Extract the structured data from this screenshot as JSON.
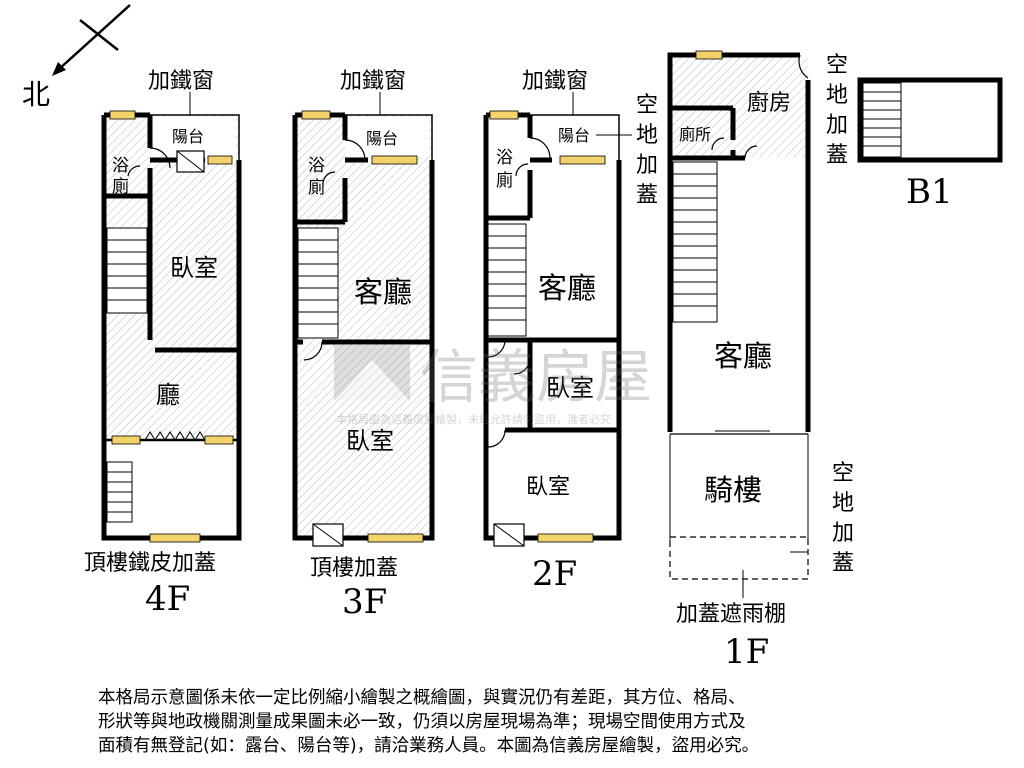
{
  "compass": {
    "north": "北"
  },
  "watermark": {
    "brand": "信義房屋",
    "notice": "本格局圖為信義房屋繪製，未經允許請勿盜用，違者必究"
  },
  "floors": {
    "f4": {
      "level": "4F",
      "caption": "頂樓鐵皮加蓋",
      "window_note": "加鐵窗",
      "rooms": {
        "balcony": "陽台",
        "bath_1": "浴",
        "bath_2": "廁",
        "bedroom": "臥室",
        "hall": "廳"
      }
    },
    "f3": {
      "level": "3F",
      "caption": "頂樓加蓋",
      "window_note": "加鐵窗",
      "rooms": {
        "balcony": "陽台",
        "bath_1": "浴",
        "bath_2": "廁",
        "living": "客廳",
        "bedroom": "臥室"
      }
    },
    "f2": {
      "level": "2F",
      "window_note": "加鐵窗",
      "side_note": [
        "空",
        "地",
        "加",
        "蓋"
      ],
      "rooms": {
        "balcony": "陽台",
        "bath_1": "浴",
        "bath_2": "廁",
        "living": "客廳",
        "bedroom_1": "臥室",
        "bedroom_2": "臥室"
      }
    },
    "f1": {
      "level": "1F",
      "top_note": [
        "空",
        "地",
        "加",
        "蓋"
      ],
      "side_note": [
        "空",
        "地",
        "加",
        "蓋"
      ],
      "canopy": "加蓋遮雨棚",
      "rooms": {
        "kitchen": "廚房",
        "toilet": "廁所",
        "living": "客廳",
        "arcade": "騎樓"
      }
    },
    "b1": {
      "level": "B1"
    }
  },
  "disclaimer": [
    "本格局示意圖係未依一定比例縮小繪製之概繪圖，與實況仍有差距，其方位、格局、",
    "形狀等與地政機關測量成果圖未必一致，仍須以房屋現場為準；現場空間使用方式及",
    "面積有無登記(如：露台、陽台等)，請洽業務人員。本圖為信義房屋繪製，盜用必究。"
  ]
}
